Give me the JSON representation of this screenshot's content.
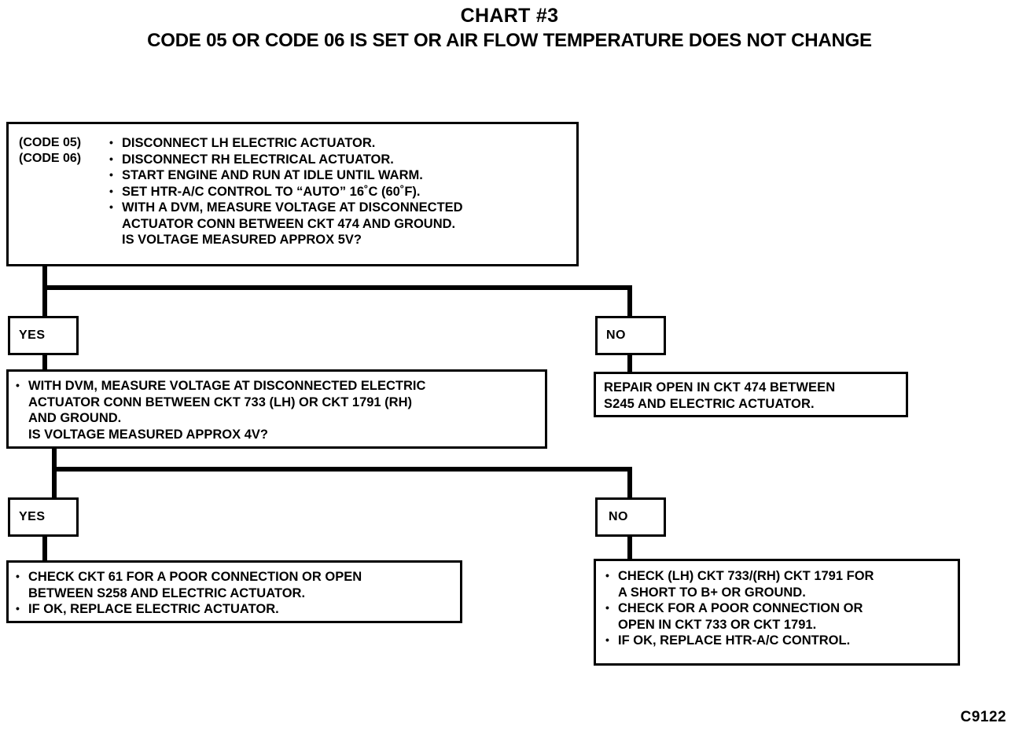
{
  "title": {
    "main": "CHART #3",
    "subtitle": "CODE 05 OR CODE 06 IS SET OR AIR FLOW TEMPERATURE DOES NOT CHANGE"
  },
  "corner_code": "C9122",
  "chart_data": {
    "type": "diagram",
    "diagram_kind": "troubleshooting-flowchart",
    "title": "CHART #3",
    "subtitle": "CODE 05 OR CODE 06 IS SET OR AIR FLOW TEMPERATURE DOES NOT CHANGE",
    "nodes": [
      {
        "id": "step1",
        "kind": "process-question",
        "code_labels": [
          "(CODE 05)",
          "(CODE 06)"
        ],
        "lines": [
          "DISCONNECT LH ELECTRIC ACTUATOR.",
          "DISCONNECT RH ELECTRICAL ACTUATOR.",
          "START ENGINE AND RUN AT IDLE UNTIL WARM.",
          "SET HTR-A/C CONTROL TO “AUTO” 16˚C (60˚F).",
          "WITH A DVM, MEASURE VOLTAGE AT DISCONNECTED",
          "ACTUATOR CONN BETWEEN CKT 474 AND GROUND.",
          "IS VOLTAGE MEASURED APPROX 5V?"
        ]
      },
      {
        "id": "step1-yes",
        "kind": "branch-label",
        "label": "YES"
      },
      {
        "id": "step1-no",
        "kind": "branch-label",
        "label": "NO"
      },
      {
        "id": "step2",
        "kind": "process-question",
        "lines": [
          "WITH DVM, MEASURE VOLTAGE AT DISCONNECTED ELECTRIC",
          "ACTUATOR CONN BETWEEN CKT 733 (LH) OR CKT 1791 (RH)",
          "AND GROUND.",
          "IS VOLTAGE MEASURED APPROX 4V?"
        ]
      },
      {
        "id": "repair1",
        "kind": "action",
        "lines": [
          "REPAIR OPEN IN CKT 474 BETWEEN",
          "S245 AND ELECTRIC ACTUATOR."
        ]
      },
      {
        "id": "step2-yes",
        "kind": "branch-label",
        "label": "YES"
      },
      {
        "id": "step2-no",
        "kind": "branch-label",
        "label": "NO"
      },
      {
        "id": "result-left",
        "kind": "action",
        "lines": [
          "CHECK CKT 61 FOR A POOR CONNECTION OR OPEN",
          "BETWEEN S258 AND ELECTRIC ACTUATOR.",
          "IF OK, REPLACE ELECTRIC ACTUATOR."
        ]
      },
      {
        "id": "result-right",
        "kind": "action",
        "lines": [
          "CHECK (LH) CKT 733/(RH) CKT 1791 FOR",
          "A SHORT TO B+ OR GROUND.",
          "CHECK FOR A POOR CONNECTION OR",
          "OPEN IN CKT 733 OR CKT 1791.",
          "IF OK, REPLACE HTR-A/C CONTROL."
        ]
      }
    ],
    "edges": [
      {
        "from": "step1",
        "to": "step1-yes",
        "label": "YES"
      },
      {
        "from": "step1",
        "to": "step1-no",
        "label": "NO"
      },
      {
        "from": "step1-yes",
        "to": "step2"
      },
      {
        "from": "step1-no",
        "to": "repair1"
      },
      {
        "from": "step2",
        "to": "step2-yes",
        "label": "YES"
      },
      {
        "from": "step2",
        "to": "step2-no",
        "label": "NO"
      },
      {
        "from": "step2-yes",
        "to": "result-left"
      },
      {
        "from": "step2-no",
        "to": "result-right"
      }
    ]
  },
  "step1": {
    "code1": "(CODE 05)",
    "code2": "(CODE 06)",
    "b1": "DISCONNECT LH ELECTRIC ACTUATOR.",
    "b2": "DISCONNECT RH ELECTRICAL ACTUATOR.",
    "b3": "START ENGINE AND RUN AT IDLE UNTIL WARM.",
    "b4": "SET HTR-A/C CONTROL TO “AUTO” 16˚C (60˚F).",
    "b5a": "WITH A DVM, MEASURE VOLTAGE AT DISCONNECTED",
    "b5b": "ACTUATOR CONN BETWEEN CKT 474 AND GROUND.",
    "b5c": "IS VOLTAGE MEASURED APPROX 5V?"
  },
  "branch1": {
    "yes": "YES",
    "no": "NO"
  },
  "branch2": {
    "yes": "YES",
    "no": "NO"
  },
  "step2": {
    "b1a": "WITH DVM, MEASURE VOLTAGE AT DISCONNECTED ELECTRIC",
    "b1b": "ACTUATOR CONN BETWEEN CKT 733 (LH) OR CKT 1791 (RH)",
    "b1c": "AND GROUND.",
    "b1d": "IS VOLTAGE MEASURED APPROX 4V?"
  },
  "repair1": {
    "l1": "REPAIR OPEN IN CKT 474 BETWEEN",
    "l2": "S245 AND ELECTRIC ACTUATOR."
  },
  "result_left": {
    "b1a": "CHECK CKT 61 FOR A POOR CONNECTION OR OPEN",
    "b1b": "BETWEEN S258 AND ELECTRIC ACTUATOR.",
    "b2": "IF OK, REPLACE ELECTRIC ACTUATOR."
  },
  "result_right": {
    "b1a": "CHECK (LH) CKT 733/(RH) CKT 1791 FOR",
    "b1b": "A SHORT TO B+ OR GROUND.",
    "b2a": "CHECK FOR A POOR CONNECTION OR",
    "b2b": "OPEN IN CKT 733 OR CKT 1791.",
    "b3": "IF OK, REPLACE HTR-A/C CONTROL."
  }
}
